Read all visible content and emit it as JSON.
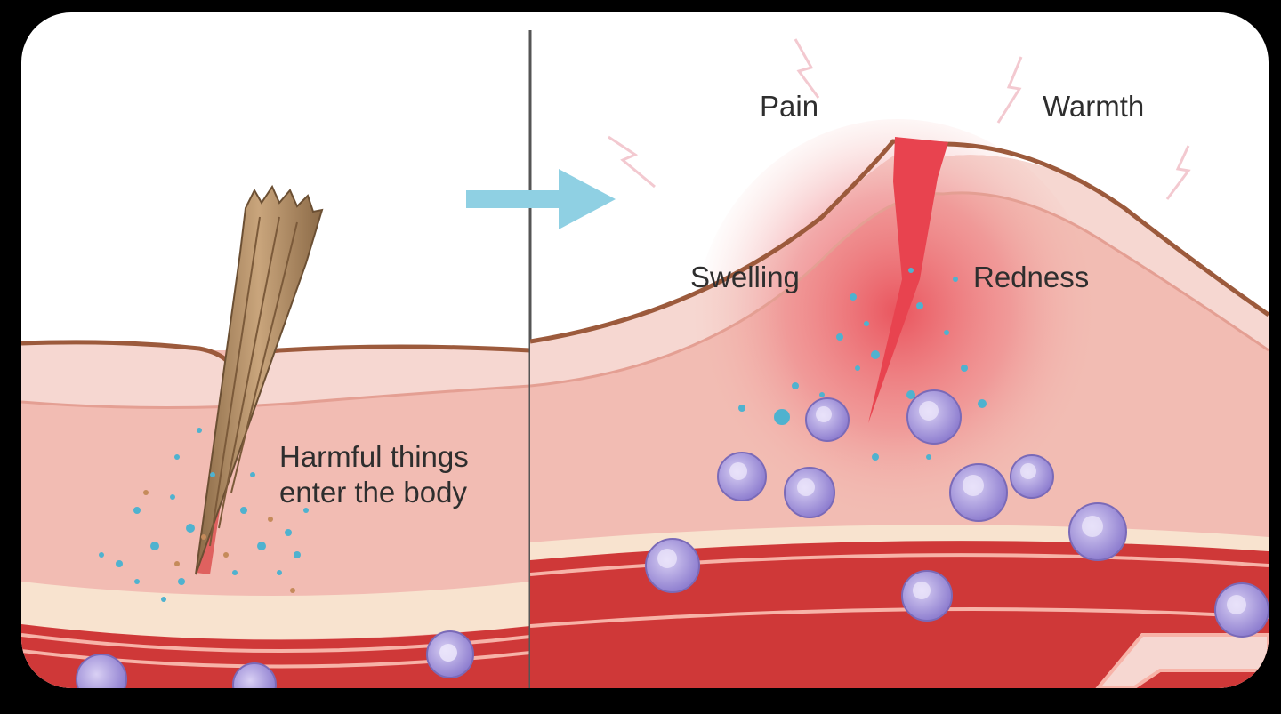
{
  "colors": {
    "background": "#000000",
    "panel": "#ffffff",
    "skin_surface": "#f6d7d1",
    "skin_outline": "#9c5a3c",
    "dermis": "#f2bcb3",
    "fat_layer": "#f8e3cf",
    "blood_vessel": "#cf3838",
    "inflammation": "#e8434f",
    "arrow": "#8fd0e3",
    "white_cell": "#a999dd",
    "particles": "#4fb2cf",
    "splinter": "#b08a62"
  },
  "labels": {
    "harmful_line1": "Harmful things",
    "harmful_line2": "enter the body",
    "pain": "Pain",
    "warmth": "Warmth",
    "swelling": "Swelling",
    "redness": "Redness"
  },
  "icons": {
    "transition_arrow": "arrow-right-icon",
    "pain_marks": "lightning-icon",
    "splinter": "splinter-icon",
    "cells": "white-blood-cell-icon"
  }
}
